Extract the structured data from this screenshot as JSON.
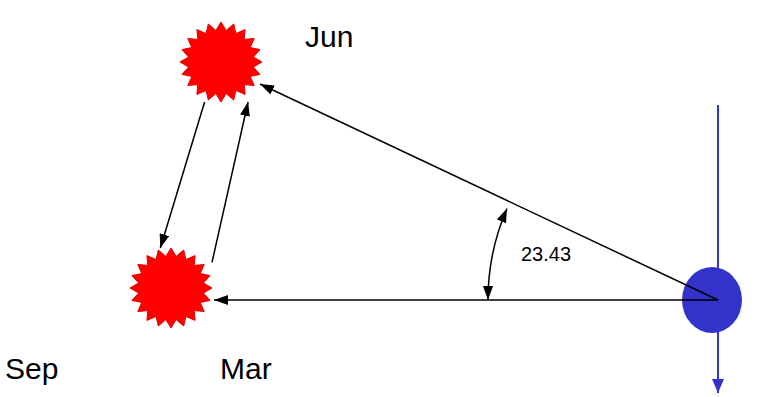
{
  "diagram": {
    "nodes": [
      {
        "text": [
          "Jun"
        ]
      },
      {
        "text": [
          "Sep",
          "Mar"
        ]
      }
    ],
    "edges": [
      {
        "from": 1,
        "to": 0,
        "arrow": "to"
      },
      {
        "from": 0,
        "to": 1,
        "arrow": "to"
      }
    ],
    "labels": [
      "23.43"
    ]
  }
}
